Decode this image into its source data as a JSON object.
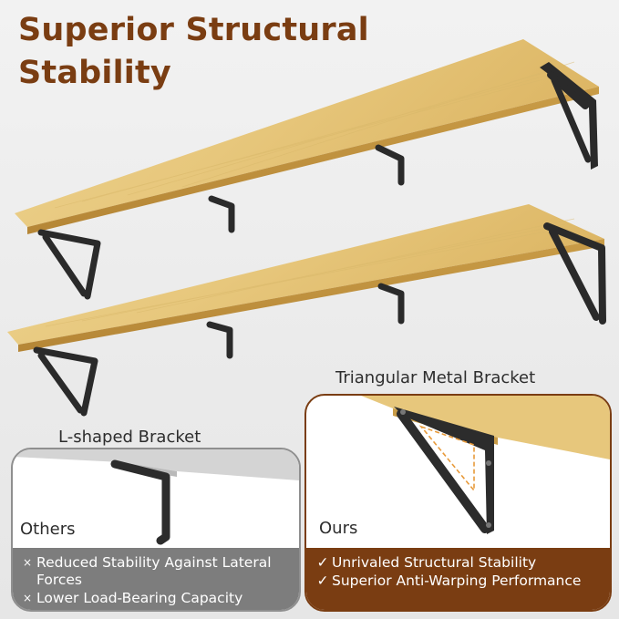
{
  "headline": {
    "line1": "Superior Structural",
    "line2": "Stability"
  },
  "callouts": {
    "triangular": "Triangular Metal Bracket",
    "lshaped": "L-shaped Bracket"
  },
  "comparison": {
    "others": {
      "tag": "Others",
      "items": [
        {
          "mark": "×",
          "text": "Reduced Stability Against Lateral Forces"
        },
        {
          "mark": "×",
          "text": "Lower Load-Bearing Capacity"
        }
      ]
    },
    "ours": {
      "tag": "Ours",
      "items": [
        {
          "mark": "✓",
          "text": "Unrivaled Structural Stability"
        },
        {
          "mark": "✓",
          "text": "Superior Anti-Warping Performance"
        }
      ]
    }
  },
  "colors": {
    "accent_brown": "#7a3d12",
    "neutral_gray": "#7d7d7d",
    "wood": "#e6c77c",
    "bracket": "#2a2a2a",
    "highlight_dash": "#e89a3a"
  }
}
